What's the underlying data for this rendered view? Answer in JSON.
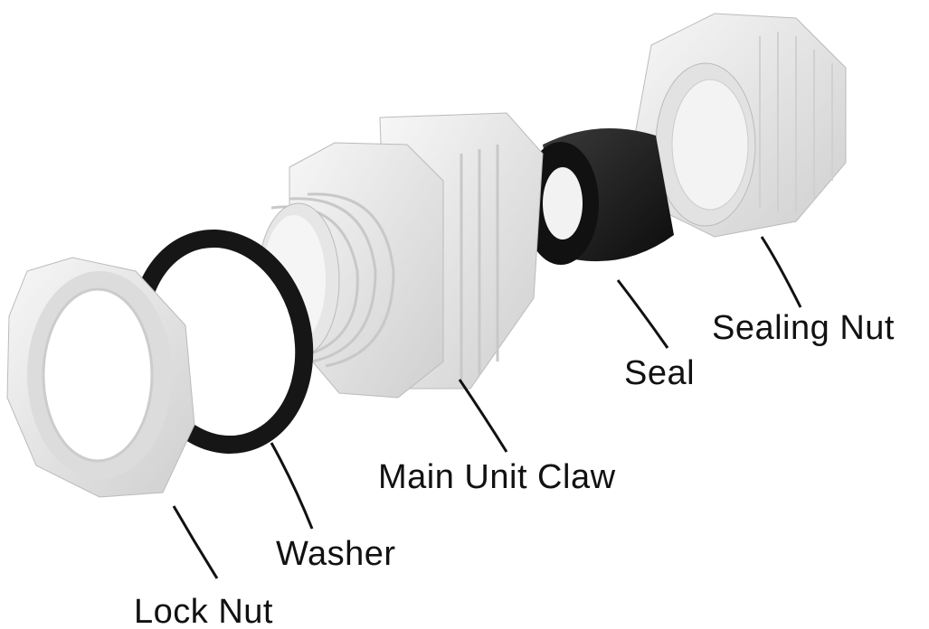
{
  "labels": {
    "sealing_nut": "Sealing Nut",
    "seal": "Seal",
    "main_unit_claw": "Main Unit Claw",
    "washer": "Washer",
    "lock_nut": "Lock Nut"
  },
  "colors": {
    "plastic": "#ececec",
    "plastic_shadow": "#c9c9c9",
    "rubber": "#1b1b1b",
    "text": "#111111"
  }
}
